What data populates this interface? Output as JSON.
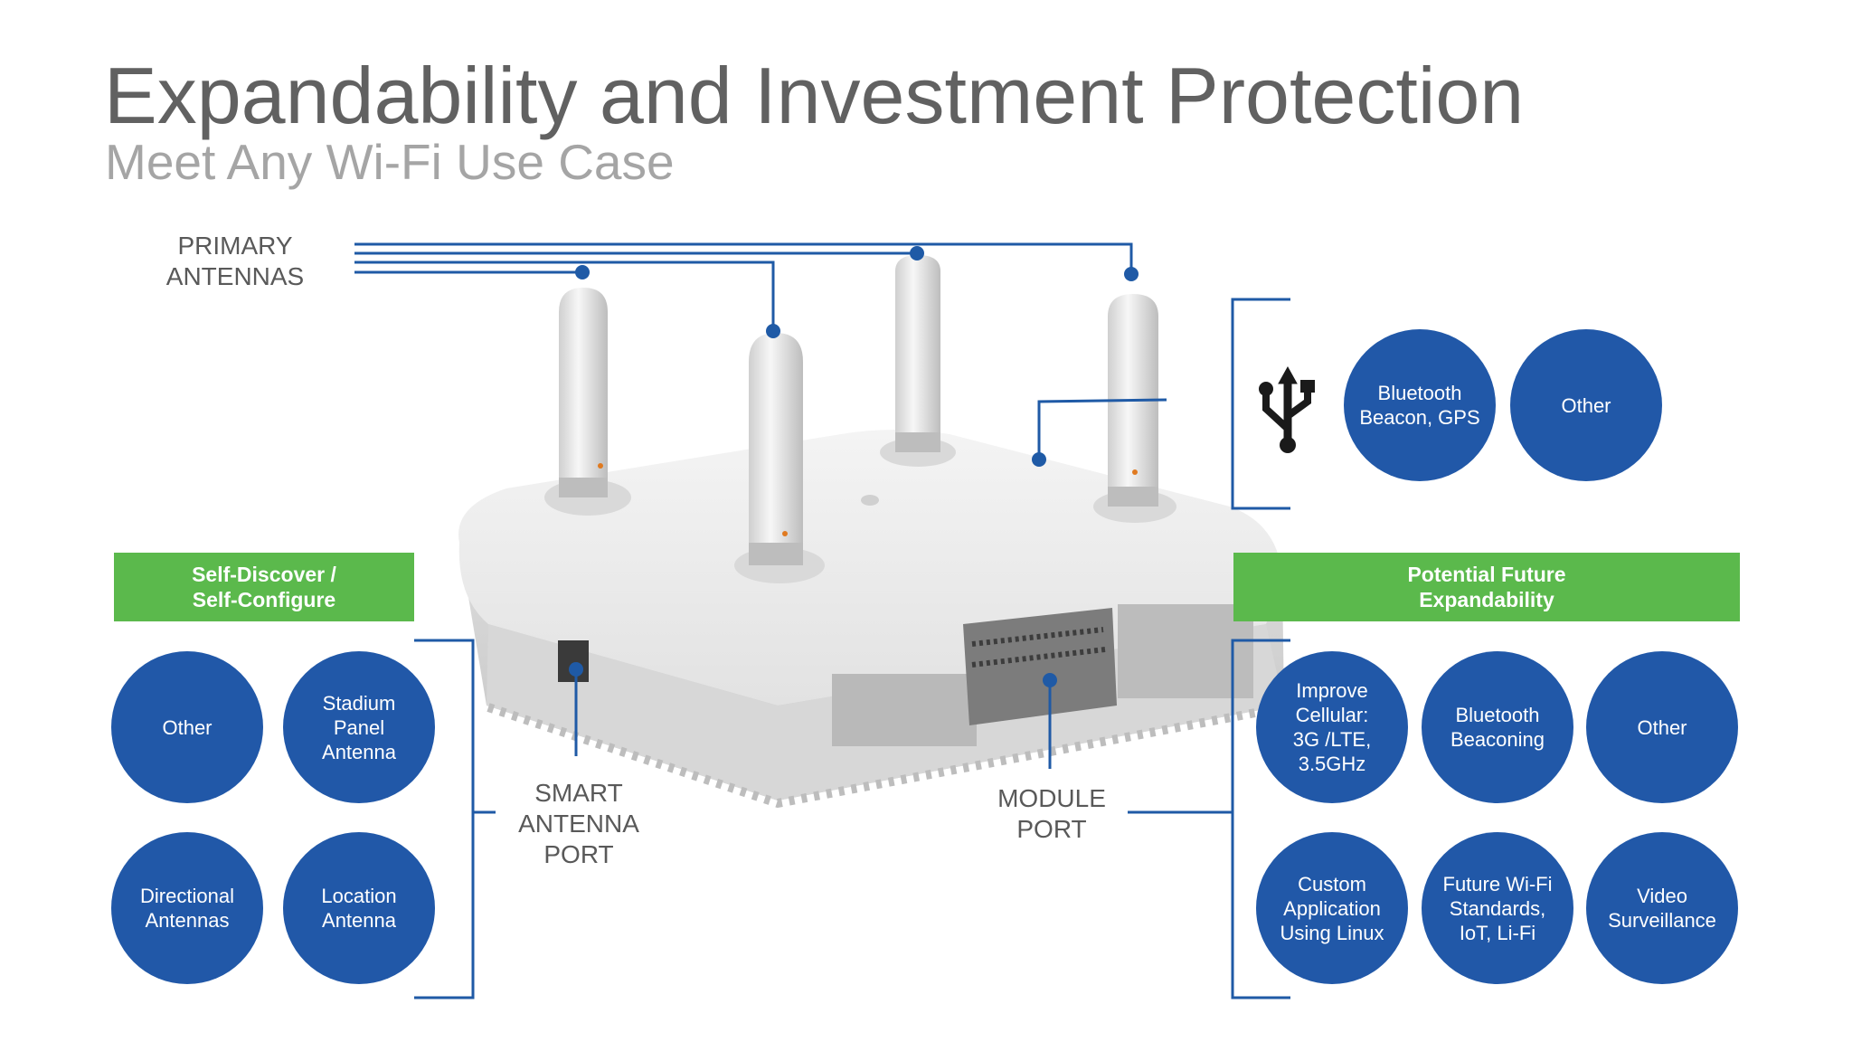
{
  "title": "Expandability and Investment Protection",
  "subtitle": "Meet Any Wi-Fi Use Case",
  "callouts": {
    "primary_antennas": "PRIMARY\nANTENNAS",
    "smart_antenna_port": "SMART\nANTENNA\nPORT",
    "module_port": "MODULE\nPORT"
  },
  "usb": {
    "icon": "usb-icon",
    "options": [
      "Bluetooth\nBeacon, GPS",
      "Other"
    ]
  },
  "left_panel": {
    "banner": "Self-Discover /\nSelf-Configure",
    "options": [
      "Other",
      "Stadium\nPanel\nAntenna",
      "Directional\nAntennas",
      "Location\nAntenna"
    ]
  },
  "right_panel": {
    "banner": "Potential Future\nExpandability",
    "options": [
      "Improve\nCellular:\n3G /LTE,\n3.5GHz",
      "Bluetooth\nBeaconing",
      "Other",
      "Custom\nApplication\nUsing Linux",
      "Future Wi-Fi\nStandards,\nIoT, Li-Fi",
      "Video\nSurveillance"
    ]
  },
  "colors": {
    "circle": "#2158a8",
    "connector": "#1f5aa6",
    "banner": "#5bb94c",
    "title": "#616161",
    "subtitle": "#a5a5a5"
  }
}
